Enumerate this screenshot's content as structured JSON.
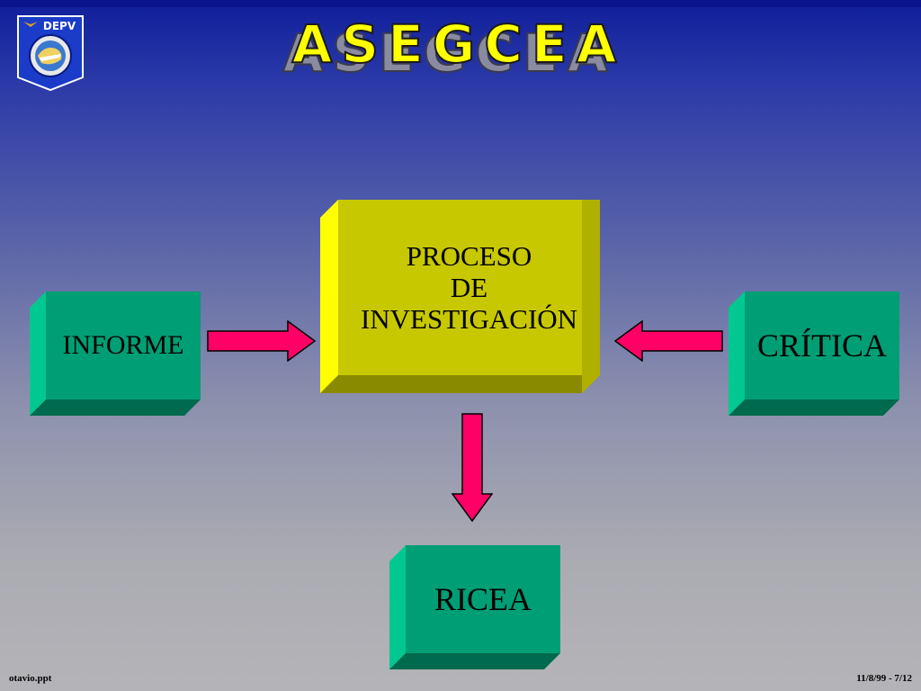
{
  "header": {
    "title": "ASEGCEA",
    "logo_text": "DEPV"
  },
  "diagram": {
    "center_box": {
      "line1": "PROCESO",
      "line2": "DE",
      "line3": "INVESTIGACIÓN"
    },
    "left_box": {
      "label": "INFORME"
    },
    "right_box": {
      "label": "CRÍTICA"
    },
    "bottom_box": {
      "label": "RICEA"
    }
  },
  "footer": {
    "filename": "otavio.ppt",
    "page_info": "11/8/99 - 7/12"
  },
  "colors": {
    "green_box": "#009e74",
    "yellow_box": "#c8c800",
    "arrow": "#ff0066",
    "title": "#ffff00"
  }
}
